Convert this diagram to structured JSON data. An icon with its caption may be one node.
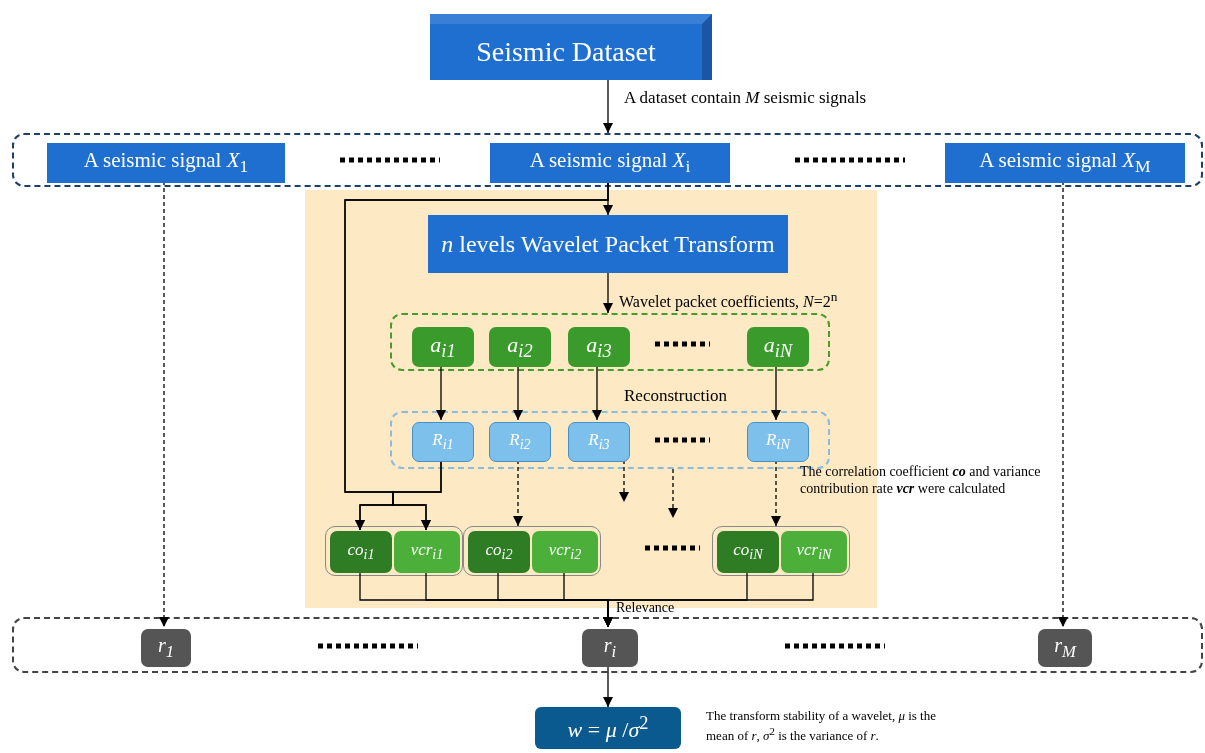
{
  "diagram": {
    "nodes": [
      {
        "text": [
          "Seismic Dataset"
        ]
      },
      {
        "text": [],
        "shape": "box"
      },
      {
        "text": [
          "A seismic signal *X*$_{1}$"
        ],
        "in": 1
      },
      {
        "text": [
          "A seismic signal *X*$_{i}$"
        ],
        "in": 1
      },
      {
        "text": [
          "A seismic signal *X*$_{M}$"
        ],
        "in": 1
      },
      {
        "text": [],
        "shape": "box"
      },
      {
        "text": [
          "*n* levels Wavelet Packet Transform"
        ],
        "in": 5
      },
      {
        "text": [],
        "shape": "box",
        "in": 5
      },
      {
        "text": [
          "a$_{i1}$"
        ],
        "in": 7
      },
      {
        "text": [
          "a$_{i2}$"
        ],
        "in": 7
      },
      {
        "text": [
          "a$_{i3}$"
        ],
        "in": 7
      },
      {
        "text": [
          "a$_{iN}$"
        ],
        "in": 7
      },
      {
        "text": [],
        "shape": "box",
        "in": 5
      },
      {
        "text": [
          "R$_{i1}$"
        ],
        "in": 12
      },
      {
        "text": [
          "R$_{i2}$"
        ],
        "in": 12
      },
      {
        "text": [
          "R$_{i3}$"
        ],
        "in": 12
      },
      {
        "text": [
          "R$_{iN}$"
        ],
        "in": 12
      },
      {
        "text": [],
        "shape": "box",
        "in": 5
      },
      {
        "text": [
          "co$_{i1}$"
        ],
        "in": 17
      },
      {
        "text": [
          "vcr$_{i1}$"
        ],
        "in": 17
      },
      {
        "text": [],
        "shape": "box",
        "in": 5
      },
      {
        "text": [
          "co$_{i2}$"
        ],
        "in": 20
      },
      {
        "text": [
          "vcr$_{i2}$"
        ],
        "in": 20
      },
      {
        "text": [],
        "shape": "box",
        "in": 5
      },
      {
        "text": [
          "co$_{iN}$"
        ],
        "in": 23
      },
      {
        "text": [
          "vcr$_{iN}$"
        ],
        "in": 23
      },
      {
        "text": [],
        "shape": "box"
      },
      {
        "text": [
          "r$_{1}$"
        ],
        "in": 26
      },
      {
        "text": [
          "r$_{i}$"
        ],
        "in": 26
      },
      {
        "text": [
          "r$_{M}$"
        ],
        "in": 26
      },
      {
        "text": [
          "*w* = *μ* /*σ*$^{2}$"
        ],
        "beside": [
          "The transform stability of a wavelet, *μ* is the mean of *r*, *σ*$^{2}$ is the variance of *r*."
        ]
      }
    ],
    "edges": [
      {
        "from": 0,
        "to": 1,
        "arrow": "to",
        "label": "A dataset contain *M* seismic signals"
      },
      {
        "from": 3,
        "to": 6,
        "arrow": "to"
      },
      {
        "from": 3,
        "to": 18,
        "arrow": "to"
      },
      {
        "from": 3,
        "to": 19,
        "arrow": "to"
      },
      {
        "from": 13,
        "to": 18,
        "arrow": "to"
      },
      {
        "from": 13,
        "to": 19,
        "arrow": "to"
      },
      {
        "from": 6,
        "to": 7,
        "arrow": "to",
        "label": "Wavelet packet coefficients, *N*=2$^{n}$"
      },
      {
        "from": 8,
        "to": 13,
        "arrow": "to"
      },
      {
        "from": 9,
        "to": 14,
        "arrow": "to"
      },
      {
        "from": 10,
        "to": 15,
        "arrow": "to"
      },
      {
        "from": 11,
        "to": 16,
        "arrow": "to"
      },
      {
        "from": 14,
        "to": 20,
        "arrow": "to",
        "style": "dashed"
      },
      {
        "from": 15,
        "to": null,
        "arrow": "to",
        "style": "dashed"
      },
      {
        "from": 12,
        "to": null,
        "arrow": "to",
        "style": "dashed"
      },
      {
        "from": 16,
        "to": 23,
        "arrow": "to",
        "style": "dashed"
      },
      {
        "from": 18,
        "to": 28,
        "arrow": "to",
        "label": "Relevance"
      },
      {
        "from": 19,
        "to": 28,
        "arrow": "to"
      },
      {
        "from": 21,
        "to": 28,
        "arrow": "to"
      },
      {
        "from": 22,
        "to": 28,
        "arrow": "to"
      },
      {
        "from": 24,
        "to": 28,
        "arrow": "to"
      },
      {
        "from": 25,
        "to": 28,
        "arrow": "to"
      },
      {
        "from": 2,
        "to": 27,
        "arrow": "to",
        "style": "dashed"
      },
      {
        "from": 4,
        "to": 29,
        "arrow": "to",
        "style": "dashed"
      },
      {
        "from": 28,
        "to": 30,
        "arrow": "to"
      }
    ],
    "labels": [
      "Reconstruction",
      "The correlation coefficient **co** and variance contribution rate **vcr** were calculated"
    ]
  }
}
